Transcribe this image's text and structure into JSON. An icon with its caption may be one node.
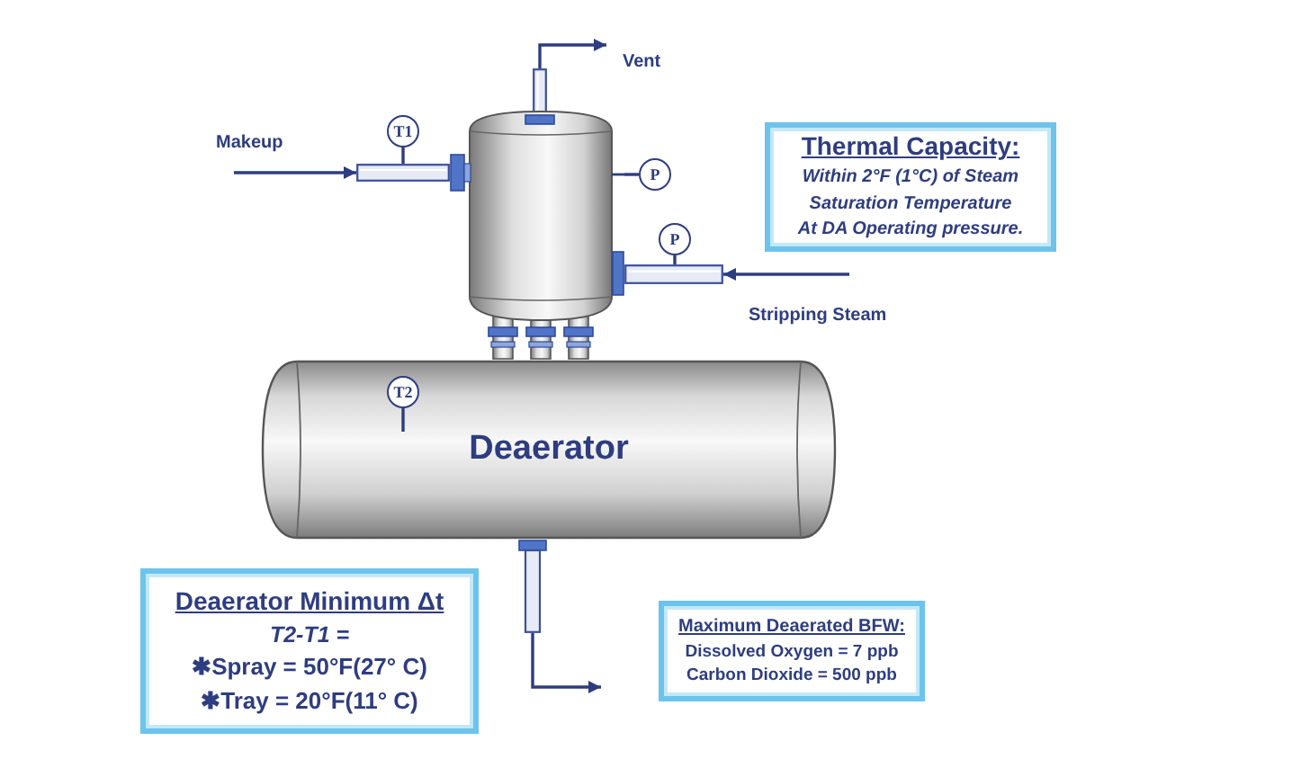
{
  "diagram": {
    "nodes": [
      {
        "text": [],
        "shape": "pipe"
      },
      {
        "text": [
          "T1"
        ]
      },
      {
        "text": [],
        "shape": "pipe"
      },
      {
        "text": [],
        "shape": "cylinder"
      },
      {
        "text": [
          "P"
        ]
      },
      {
        "text": [
          "Thermal Capacity:",
          "Within 2°F (1°C) of Steam Saturation Temperature At DA Operating pressure."
        ]
      },
      {
        "text": [
          "P"
        ]
      },
      {
        "text": [],
        "shape": "pipe"
      },
      {
        "text": [
          "Deaerator"
        ]
      },
      {
        "text": [
          "T2"
        ],
        "in": 8
      },
      {
        "text": [],
        "shape": "pipe"
      },
      {
        "text": [
          "Deaerator Minimum Δt",
          "T2-T1 =",
          "✱Spray = 50°F(27° C)",
          "✱Tray = 20°F(11° C)"
        ]
      },
      {
        "text": [
          "Maximum Deaerated BFW:",
          "Dissolved Oxygen = 7 ppb",
          "Carbon Dioxide = 500 ppb"
        ]
      }
    ],
    "edges": [
      {
        "from": null,
        "to": 2,
        "arrow": "to",
        "label": "Makeup"
      },
      {
        "from": 0,
        "to": null,
        "arrow": "to",
        "label": "Vent"
      },
      {
        "from": null,
        "to": 7,
        "arrow": "to",
        "label": "Stripping Steam"
      },
      {
        "from": 10,
        "to": null,
        "arrow": "to"
      },
      {
        "from": 1,
        "to": 2,
        "arrow": "none"
      },
      {
        "from": 4,
        "to": 3,
        "arrow": "none"
      },
      {
        "from": 6,
        "to": 7,
        "arrow": "none"
      },
      {
        "from": 9,
        "to": null,
        "arrow": "none"
      }
    ]
  }
}
